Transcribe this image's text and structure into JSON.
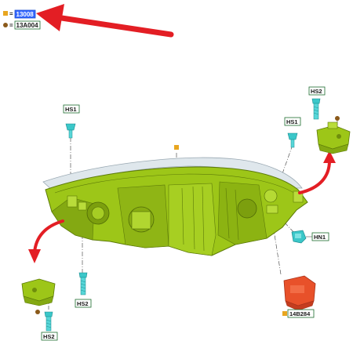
{
  "legend": [
    {
      "marker": "square",
      "color": "#e8a620",
      "equals": "=",
      "code": "13008",
      "highlighted": true
    },
    {
      "marker": "circle",
      "color": "#8b5a1a",
      "equals": "=",
      "code": "13A004",
      "highlighted": false
    }
  ],
  "callouts": {
    "hs1_left": "HS1",
    "hs1_right": "HS1",
    "hs2_top_right": "HS2",
    "hs2_center": "HS2",
    "hs2_bottom_left": "HS2",
    "hn1": "HN1",
    "module": "14B284"
  },
  "colors": {
    "housing": "#9dc618",
    "housing_dark": "#6f8e0c",
    "housing_light": "#b9dc3a",
    "lens": "#dfe7ec",
    "screw": "#3bc7c9",
    "module": "#e8512a",
    "arrow": "#e31e24",
    "callout_border": "#1d6b2e",
    "callout_fill": "#ffffff",
    "highlight_fill": "#3366ff"
  },
  "icons": {
    "main_pointer": "red-pointer-arrow",
    "detach_left": "curved-detach-arrow",
    "detach_right": "curved-detach-arrow"
  }
}
